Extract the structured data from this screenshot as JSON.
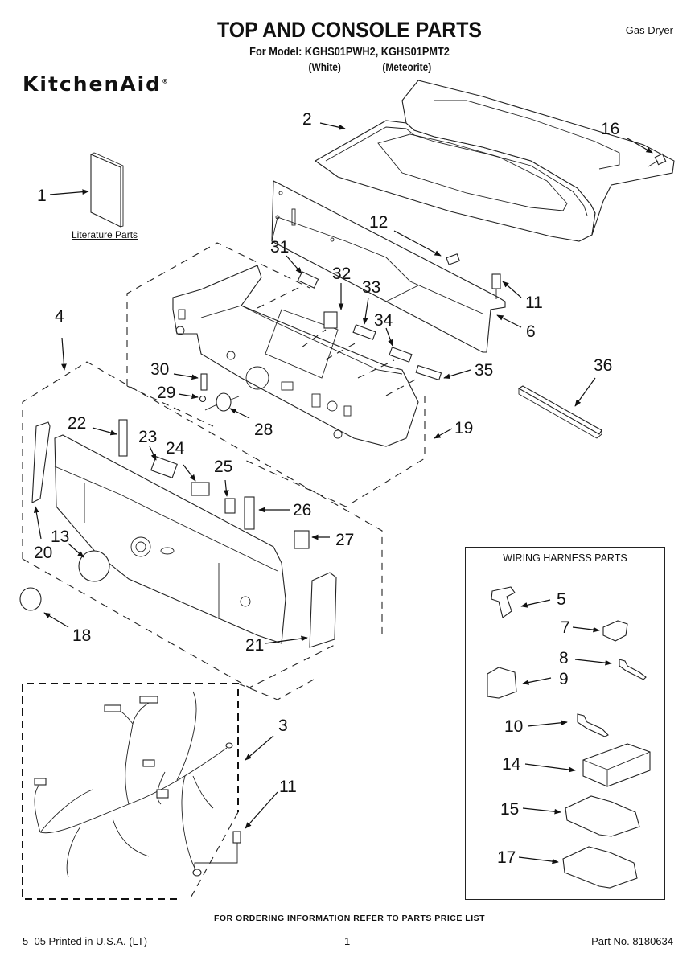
{
  "header": {
    "title": "TOP AND CONSOLE PARTS",
    "model_line": "For Model: KGHS01PWH2, KGHS01PMT2",
    "variant_white": "(White)",
    "variant_meteorite": "(Meteorite)",
    "doc_type": "Gas Dryer",
    "brand": "KitchenAid",
    "brand_mark": "®"
  },
  "literature": {
    "label": "Literature Parts"
  },
  "callouts": [
    {
      "id": "1",
      "text": "1"
    },
    {
      "id": "2",
      "text": "2"
    },
    {
      "id": "3",
      "text": "3"
    },
    {
      "id": "4",
      "text": "4"
    },
    {
      "id": "6",
      "text": "6"
    },
    {
      "id": "11a",
      "text": "11"
    },
    {
      "id": "11b",
      "text": "11"
    },
    {
      "id": "12",
      "text": "12"
    },
    {
      "id": "13",
      "text": "13"
    },
    {
      "id": "16",
      "text": "16"
    },
    {
      "id": "18",
      "text": "18"
    },
    {
      "id": "19",
      "text": "19"
    },
    {
      "id": "20",
      "text": "20"
    },
    {
      "id": "21",
      "text": "21"
    },
    {
      "id": "22",
      "text": "22"
    },
    {
      "id": "23",
      "text": "23"
    },
    {
      "id": "24",
      "text": "24"
    },
    {
      "id": "25",
      "text": "25"
    },
    {
      "id": "26",
      "text": "26"
    },
    {
      "id": "27",
      "text": "27"
    },
    {
      "id": "28",
      "text": "28"
    },
    {
      "id": "29",
      "text": "29"
    },
    {
      "id": "30",
      "text": "30"
    },
    {
      "id": "31",
      "text": "31"
    },
    {
      "id": "32",
      "text": "32"
    },
    {
      "id": "33",
      "text": "33"
    },
    {
      "id": "34",
      "text": "34"
    },
    {
      "id": "35",
      "text": "35"
    },
    {
      "id": "36",
      "text": "36"
    }
  ],
  "wiring_harness": {
    "heading": "WIRING HARNESS PARTS",
    "callouts": [
      {
        "id": "5",
        "text": "5"
      },
      {
        "id": "7",
        "text": "7"
      },
      {
        "id": "8",
        "text": "8"
      },
      {
        "id": "9",
        "text": "9"
      },
      {
        "id": "10",
        "text": "10"
      },
      {
        "id": "14",
        "text": "14"
      },
      {
        "id": "15",
        "text": "15"
      },
      {
        "id": "17",
        "text": "17"
      }
    ]
  },
  "footer": {
    "ordering_info": "FOR ORDERING INFORMATION REFER TO PARTS PRICE LIST",
    "print_info": "5–05 Printed in U.S.A. (LT)",
    "page_number": "1",
    "part_number": "Part No. 8180634"
  }
}
